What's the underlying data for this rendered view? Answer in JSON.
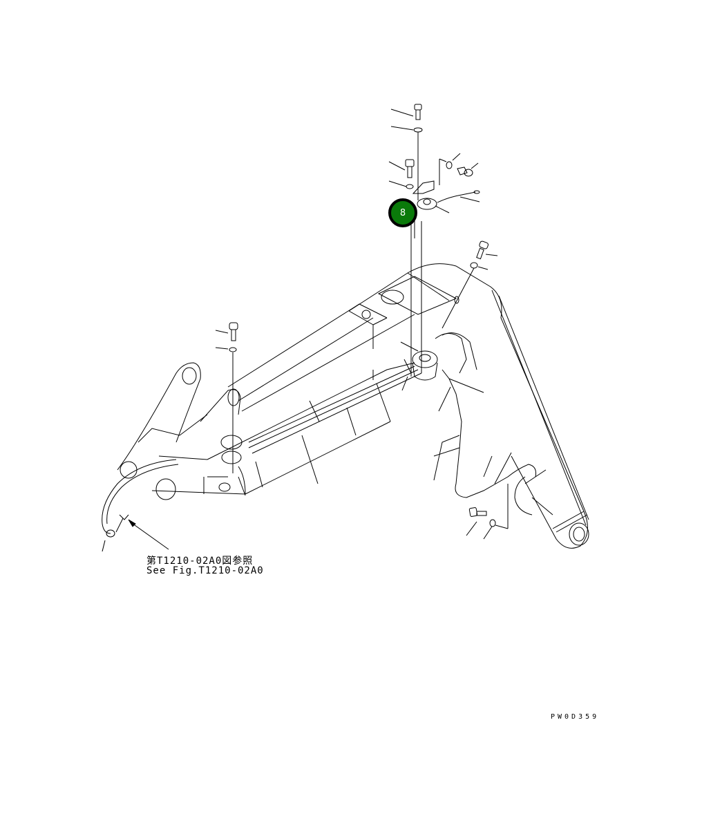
{
  "diagram": {
    "reference_note": {
      "line_jp": "第T1210-02A0図参照",
      "line_en": "See Fig.T1210-02A0"
    },
    "drawing_code": "PW0D359",
    "callout_marker": {
      "label": "8",
      "fill_color": "#0a7a0a",
      "border_color": "#000000"
    },
    "line_color": "#000000",
    "background_color": "#ffffff"
  }
}
